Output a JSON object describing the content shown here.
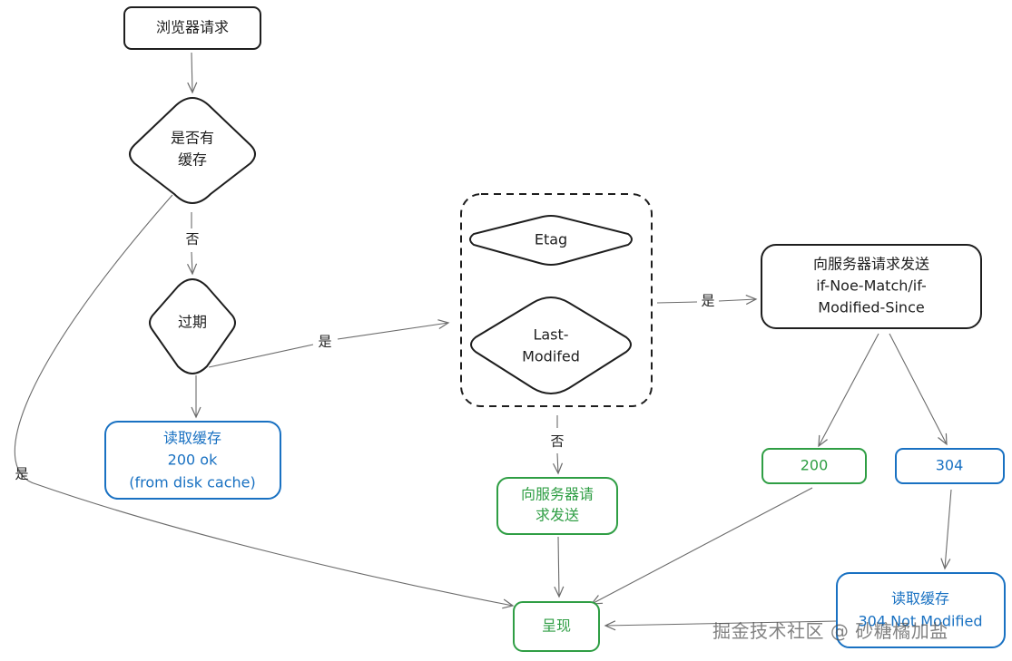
{
  "nodes": {
    "browser_request": "浏览器请求",
    "has_cache_l1": "是否有",
    "has_cache_l2": "缓存",
    "expired": "过期",
    "etag": "Etag",
    "last_modified_l1": "Last-",
    "last_modified_l2": "Modifed",
    "server_conditional_l1": "向服务器请求发送",
    "server_conditional_l2": "if-Noe-Match/if-",
    "server_conditional_l3": "Modified-Since",
    "read_cache_l1": "读取缓存",
    "read_cache_l2": "200 ok",
    "read_cache_l3": "(from disk cache)",
    "server_request_l1": "向服务器请",
    "server_request_l2": "求发送",
    "status_200": "200",
    "status_304": "304",
    "read_cache_304_l1": "读取缓存",
    "read_cache_304_l2": "304 Not Modified",
    "render": "呈现"
  },
  "edge_labels": {
    "no_1": "否",
    "yes_expired": "是",
    "yes_server": "是",
    "no_2": "否",
    "yes_cache": "是"
  },
  "watermark": "掘金技术社区 @ 砂糖橘加盐",
  "colors": {
    "stroke": "#1e1e1e",
    "blue": "#1971c2",
    "green": "#2f9e44",
    "arrow": "#6b6b6b"
  }
}
